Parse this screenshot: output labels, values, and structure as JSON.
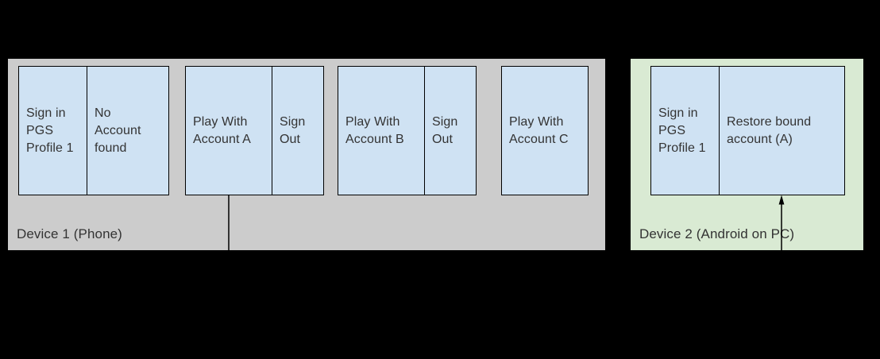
{
  "palette": {
    "canvas_bg": "#000000",
    "gray_panel": "#cccccc",
    "green_panel": "#d9ead3",
    "box_fill": "#cfe2f3",
    "line": "#000000",
    "text": "#333333"
  },
  "device1": {
    "label": "Device 1 (Phone)",
    "boxes": [
      {
        "cells": [
          "Sign in\nPGS\nProfile 1",
          "No\nAccount\nfound"
        ]
      },
      {
        "cells": [
          "Play With\nAccount A",
          "Sign\nOut"
        ]
      },
      {
        "cells": [
          "Play With\nAccount B",
          "Sign\nOut"
        ]
      },
      {
        "cells": [
          "Play With\nAccount C"
        ]
      }
    ]
  },
  "device2": {
    "label": "Device 2 (Android on PC)",
    "boxes": [
      {
        "cells": [
          "Sign in\nPGS\nProfile 1",
          "Restore bound\naccount (A)"
        ]
      }
    ]
  },
  "connectors": [
    {
      "from_box": "Play With Account A",
      "to_box": "Restore bound account (A)",
      "style": "elbow-line-with-arrowhead"
    }
  ]
}
